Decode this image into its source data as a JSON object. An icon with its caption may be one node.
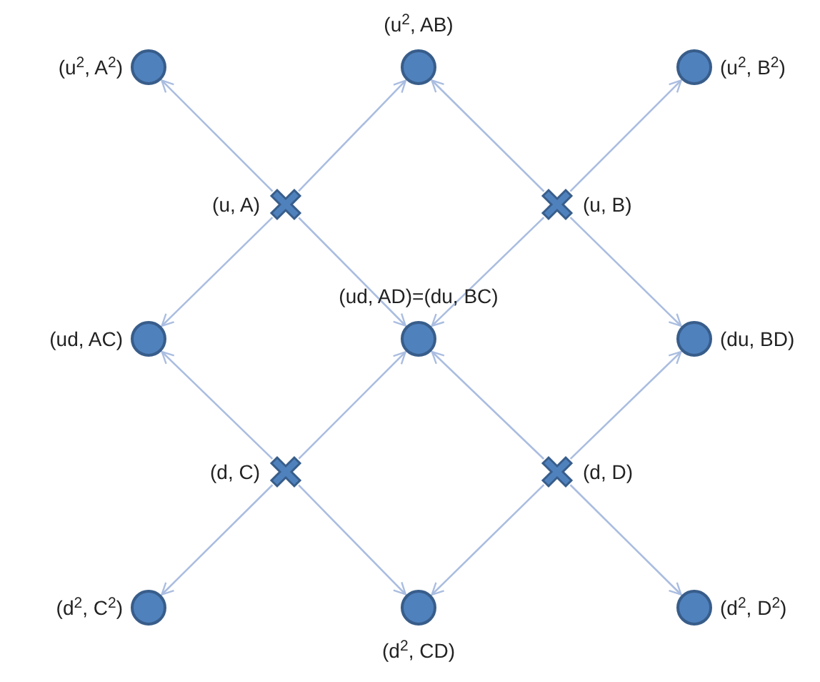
{
  "diagram": {
    "nodes": [
      {
        "text": [],
        "shape": "circle",
        "beside": [
          "(u$^{2}$, A$^{2}$)"
        ]
      },
      {
        "text": [],
        "shape": "circle",
        "beside": [
          "(u$^{2}$, AB)"
        ]
      },
      {
        "text": [],
        "shape": "circle",
        "beside": [
          "(u$^{2}$, B$^{2}$)"
        ]
      },
      {
        "text": [],
        "shape": "cross",
        "beside": [
          "(u, A)"
        ]
      },
      {
        "text": [],
        "shape": "cross",
        "beside": [
          "(u, B)"
        ]
      },
      {
        "text": [],
        "shape": "circle",
        "beside": [
          "(ud, AC)"
        ]
      },
      {
        "text": [],
        "shape": "circle",
        "beside": [
          "(ud, AD)=(du, BC)"
        ]
      },
      {
        "text": [],
        "shape": "circle",
        "beside": [
          "(du, BD)"
        ]
      },
      {
        "text": [],
        "shape": "cross",
        "beside": [
          "(d, C)"
        ]
      },
      {
        "text": [],
        "shape": "cross",
        "beside": [
          "(d, D)"
        ]
      },
      {
        "text": [],
        "shape": "circle",
        "beside": [
          "(d$^{2}$, C$^{2}$)"
        ]
      },
      {
        "text": [],
        "shape": "circle",
        "beside": [
          "(d$^{2}$, CD)"
        ]
      },
      {
        "text": [],
        "shape": "circle",
        "beside": [
          "(d$^{2}$, D$^{2}$)"
        ]
      }
    ],
    "edges": [
      {
        "from": 3,
        "to": 0,
        "arrow": "to"
      },
      {
        "from": 3,
        "to": 1,
        "arrow": "to"
      },
      {
        "from": 3,
        "to": 5,
        "arrow": "to"
      },
      {
        "from": 3,
        "to": 6,
        "arrow": "to"
      },
      {
        "from": 4,
        "to": 1,
        "arrow": "to"
      },
      {
        "from": 4,
        "to": 2,
        "arrow": "to"
      },
      {
        "from": 4,
        "to": 6,
        "arrow": "to"
      },
      {
        "from": 4,
        "to": 7,
        "arrow": "to"
      },
      {
        "from": 8,
        "to": 5,
        "arrow": "to"
      },
      {
        "from": 8,
        "to": 6,
        "arrow": "to"
      },
      {
        "from": 8,
        "to": 10,
        "arrow": "to"
      },
      {
        "from": 8,
        "to": 11,
        "arrow": "to"
      },
      {
        "from": 9,
        "to": 6,
        "arrow": "to"
      },
      {
        "from": 9,
        "to": 7,
        "arrow": "to"
      },
      {
        "from": 9,
        "to": 11,
        "arrow": "to"
      },
      {
        "from": 9,
        "to": 12,
        "arrow": "to"
      }
    ]
  }
}
